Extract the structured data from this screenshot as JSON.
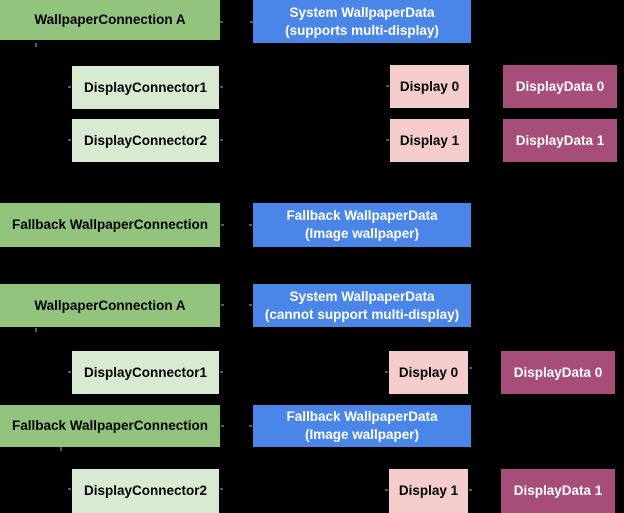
{
  "colors": {
    "background": "#000000",
    "connection_green": "#93c47d",
    "connector_light_green": "#d9ead3",
    "wallpaper_data_blue": "#4a86e8",
    "display_pink": "#f4cccc",
    "display_data_magenta": "#a64d79",
    "text_dark": "#000000",
    "text_light": "#ffffff",
    "connector_stub_gray": "#5a5a5a"
  },
  "scenario_multi": {
    "connection": "WallpaperConnection A",
    "data_line1": "System WallpaperData",
    "data_line2": "(supports multi-display)",
    "connector1": "DisplayConnector1",
    "connector2": "DisplayConnector2",
    "display0": "Display 0",
    "display1": "Display 1",
    "display_data0": "DisplayData 0",
    "display_data1": "DisplayData 1",
    "fallback_connection": "Fallback WallpaperConnection",
    "fallback_data_line1": "Fallback WallpaperData",
    "fallback_data_line2": "(Image wallpaper)"
  },
  "scenario_single": {
    "connection": "WallpaperConnection A",
    "data_line1": "System WallpaperData",
    "data_line2": "(cannot support multi-display)",
    "connector1": "DisplayConnector1",
    "connector2": "DisplayConnector2",
    "display0": "Display 0",
    "display1": "Display 1",
    "display_data0": "DisplayData 0",
    "display_data1": "DisplayData 1",
    "fallback_connection": "Fallback WallpaperConnection",
    "fallback_data_line1": "Fallback WallpaperData",
    "fallback_data_line2": "(Image wallpaper)"
  }
}
